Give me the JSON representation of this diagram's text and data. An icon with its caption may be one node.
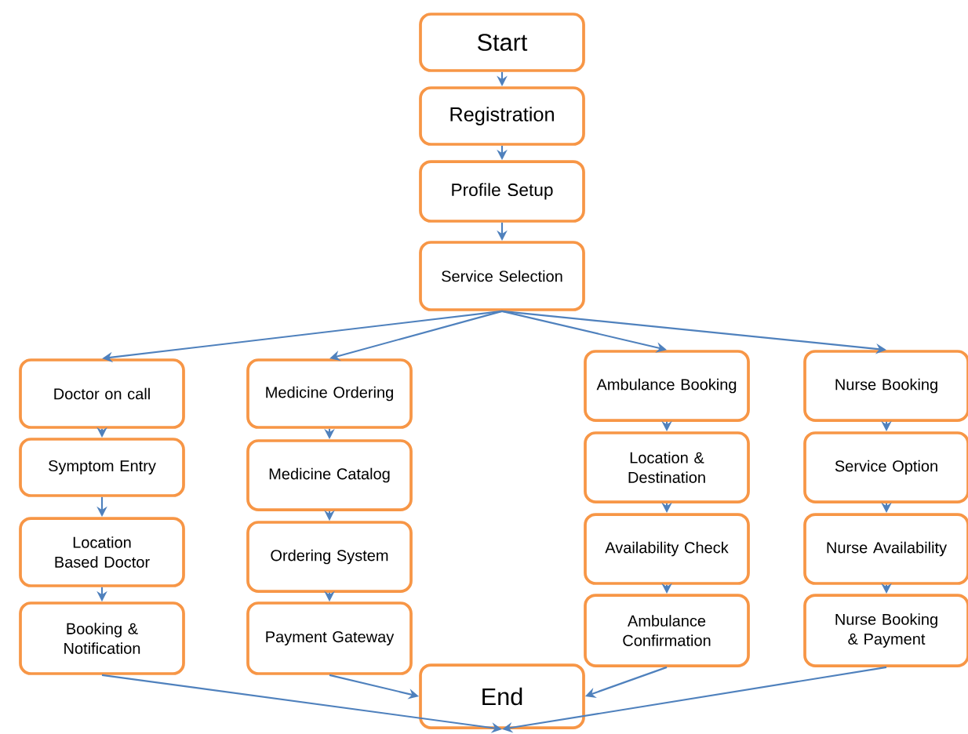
{
  "diagram": {
    "nodes": [
      {
        "text": [
          "Start"
        ]
      },
      {
        "text": [
          "Registration"
        ]
      },
      {
        "text": [
          "Profile Setup"
        ]
      },
      {
        "text": [
          "Service Selection"
        ]
      },
      {
        "text": [
          "Doctor on call"
        ]
      },
      {
        "text": [
          "Symptom Entry"
        ]
      },
      {
        "text": [
          "Location Based Doctor"
        ]
      },
      {
        "text": [
          "Booking & Notification"
        ]
      },
      {
        "text": [
          "Medicine Ordering"
        ]
      },
      {
        "text": [
          "Medicine Catalog"
        ]
      },
      {
        "text": [
          "Ordering System"
        ]
      },
      {
        "text": [
          "Payment Gateway"
        ]
      },
      {
        "text": [
          "Ambulance Booking"
        ]
      },
      {
        "text": [
          "Location & Destination"
        ]
      },
      {
        "text": [
          "Availability Check"
        ]
      },
      {
        "text": [
          "Ambulance Confirmation"
        ]
      },
      {
        "text": [
          "Nurse Booking"
        ]
      },
      {
        "text": [
          "Service Option"
        ]
      },
      {
        "text": [
          "Nurse Availability"
        ]
      },
      {
        "text": [
          "Nurse Booking & Payment"
        ]
      },
      {
        "text": [
          "End"
        ]
      }
    ],
    "edges": [
      {
        "from": 0,
        "to": 1,
        "arrow": "to"
      },
      {
        "from": 1,
        "to": 2,
        "arrow": "to"
      },
      {
        "from": 2,
        "to": 3,
        "arrow": "to"
      },
      {
        "from": 3,
        "to": 4,
        "arrow": "to"
      },
      {
        "from": 3,
        "to": 8,
        "arrow": "to"
      },
      {
        "from": 3,
        "to": 12,
        "arrow": "to"
      },
      {
        "from": 3,
        "to": 16,
        "arrow": "to"
      },
      {
        "from": 4,
        "to": 5,
        "arrow": "to"
      },
      {
        "from": 5,
        "to": 6,
        "arrow": "to"
      },
      {
        "from": 6,
        "to": 7,
        "arrow": "to"
      },
      {
        "from": 8,
        "to": 9,
        "arrow": "to"
      },
      {
        "from": 9,
        "to": 10,
        "arrow": "to"
      },
      {
        "from": 10,
        "to": 11,
        "arrow": "to"
      },
      {
        "from": 12,
        "to": 13,
        "arrow": "to"
      },
      {
        "from": 13,
        "to": 14,
        "arrow": "to"
      },
      {
        "from": 14,
        "to": 15,
        "arrow": "to"
      },
      {
        "from": 16,
        "to": 17,
        "arrow": "to"
      },
      {
        "from": 17,
        "to": 18,
        "arrow": "to"
      },
      {
        "from": 18,
        "to": 19,
        "arrow": "to"
      },
      {
        "from": 7,
        "to": 20,
        "arrow": "to"
      },
      {
        "from": 11,
        "to": 20,
        "arrow": "to"
      },
      {
        "from": 15,
        "to": 20,
        "arrow": "to"
      },
      {
        "from": 19,
        "to": 20,
        "arrow": "to"
      }
    ]
  }
}
